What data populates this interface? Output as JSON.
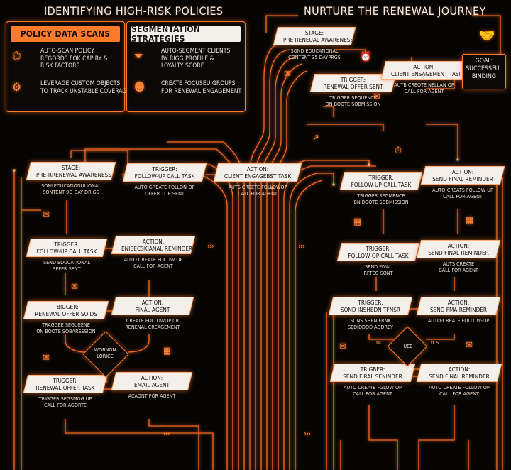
{
  "titles": {
    "left": "IDENTIFYING HIGH-RISK POLICIES",
    "right": "NURTURE THE RENEWAL JOURNEY"
  },
  "panels": {
    "policy_scans": {
      "header": "POLICY DATA SCANS",
      "lines": [
        {
          "icon": "data-scan-icon",
          "text": "AUTO-SCAN POLICY\nREGORDS FOK CAPIRY &\nRISK FACTORS"
        },
        {
          "icon": "gears-icon",
          "text": "LEVERAGE CUSTOM OBJECTS\nTO TRACK UNSTABLE COVERAGE"
        }
      ]
    },
    "segmentation": {
      "header": "SEGMENTATION STRATEGIES",
      "lines": [
        {
          "icon": "funnel-icon",
          "text": "AUTO-SEGMENT CLIENTS\nBY RIGG PROFILE &\nLOYALTY SCORE"
        },
        {
          "icon": "user-gear-icon",
          "text": "CREATE FOCUSEU GROUPS\nFOR RENEWAL ENGAGEMENT"
        }
      ]
    }
  },
  "nodes": [
    {
      "id": "top-stage",
      "head": "STAGE:\nPRE RENEUAL AWARENESS",
      "body": "SOND EDUCATIONAL\nCONTENT 35 DAYPRGS"
    },
    {
      "id": "top-trigger",
      "head": "TRIGGER:\nRENEWAL OFFER SENT",
      "body": "TRIGGER SEQUENCE\nON BOOTE SOBMISSION"
    },
    {
      "id": "top-action",
      "head": "ACTION:\nCLIENT ENSAGEMENT TASI",
      "body": "AUTB CREOTE NELLAN OP\nCALL FOR AGENT"
    },
    {
      "id": "l-stage",
      "head": "STAGE:\nPRE-RRENEWAL AWARENESS",
      "body": "SONLEDUCATIONULIONAL\nSONTENT 9O DAY DRIGS"
    },
    {
      "id": "l-trigger",
      "head": "TRIGGER:\nFOLLOW-UP CALL TASK",
      "body": "AUTO GREATE FOLLON-OP\nOFFER TOR SENT"
    },
    {
      "id": "l-action",
      "head": "ACTION:\nCLIENT ENGAGEBST TASK",
      "body": "AUTS CREETE FOLLOWOP\nCALL FOR AGENT"
    },
    {
      "id": "r-trigger1",
      "head": "TRIGGER:\nFOLLOW-UP CALL TASK",
      "body": "TRIGGER SEGMENCE\nBN BOOTE SOBMISSION"
    },
    {
      "id": "r-action1",
      "head": "ACTION:\nSEND FINAL REMINDER",
      "body": "AUTO-CREATS FOLLOW-UP\nCALL FOR AGENT"
    },
    {
      "id": "l-trigger2",
      "head": "TRIGGER:\nFOLLOW-UP CALL TASK",
      "body": "SEND EDUCATIONAL\nSFFER SENT"
    },
    {
      "id": "l-action2",
      "head": "ACTION:\nENIBECSKIANAL REMINDER",
      "body": "AUTO CREATE FOLLIW OP\nCALL FOR AGENT"
    },
    {
      "id": "r-trigger2",
      "head": "TRIGGER:\nFOLLOW-OP CALL TASK",
      "body": "SEND FIVAL\nRFTEG SONT"
    },
    {
      "id": "r-action2",
      "head": "ACTION:\nSEND FINAL REMINDER",
      "body": "AUTS CREATE\nCALL FOR AGENT"
    },
    {
      "id": "l-trigger3",
      "head": "TBIGGER:\nRENEWAL OFFER SOIDS",
      "body": "TRAGGEE SEGUEENE\nON BOOTE SOBARESSION"
    },
    {
      "id": "l-action3",
      "head": "ACTION:\nFINAL AGENT",
      "body": "CREATE FOLLOWOP CR\nRENENAL CREAGEMENT"
    },
    {
      "id": "r-trigger3",
      "head": "TRIGGER:\nSOND INSHEDN TFNSR",
      "body": "SONS SHEN FRNK\nSEDIDDOD AGDREY"
    },
    {
      "id": "r-action3",
      "head": "ACTION:\nSEND FMA REMINDER",
      "body": "AUTO-CREATE FOLLOW-OP"
    },
    {
      "id": "l-trigger4",
      "head": "TRIGGER:\nRENEWAL OFFER TASK",
      "body": "TRIGGER SEGSMOG UP\nCALL FOR AGORTE"
    },
    {
      "id": "l-action4",
      "head": "ACTION:\nEMAIL AGENT",
      "body": "ACAONT FOR AGENT"
    },
    {
      "id": "r-trigger4",
      "head": "TRIGBER:\nSEND FIRAL SENINDER",
      "body": "AUTO CREATE FGLOW OP\nCALL FOR AGENT"
    },
    {
      "id": "r-action4",
      "head": "ACTION:\nSEND FINAL REMINDER",
      "body": "AUTO CREATE FOLLOW OP\nCALL FOR AGENT"
    }
  ],
  "goal": "GOAL:\nSUCCESSFUL\nBINDING",
  "decisions": {
    "left": "WOBNON\nLORICE",
    "right": "UEB",
    "no_label": "NO",
    "yes_label": "YCS"
  },
  "colors": {
    "accent": "#ff7a2a",
    "glow": "#ff5a10",
    "background": "#060504",
    "node_fill": "#f4efe9"
  }
}
